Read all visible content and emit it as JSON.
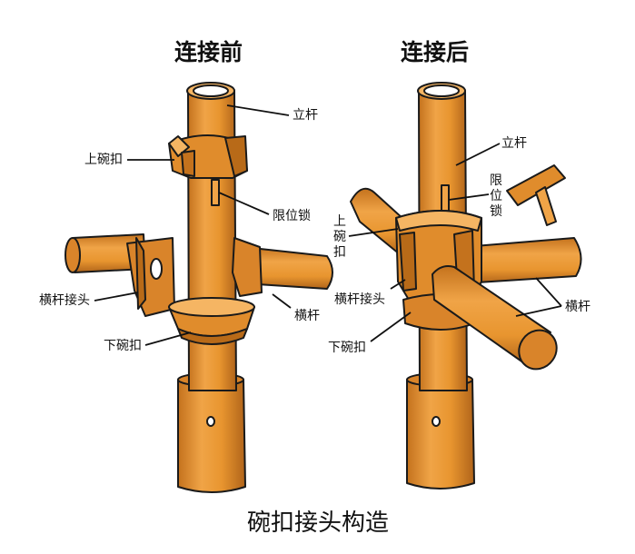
{
  "titles": {
    "before": "连接前",
    "after": "连接后"
  },
  "caption": "碗扣接头构造",
  "labels_before": {
    "upright": "立杆",
    "upper_bowl": "上碗扣",
    "limit_lock": "限位锁",
    "ledger_joint": "横杆接头",
    "ledger": "横杆",
    "lower_bowl": "下碗扣"
  },
  "labels_after": {
    "upright": "立杆",
    "limit_lock": "限位锁",
    "upper_bowl": "上碗扣",
    "ledger_joint": "横杆接头",
    "ledger": "横杆",
    "lower_bowl": "下碗扣"
  },
  "colors": {
    "pipe": "#e8952f",
    "pipe_dark": "#b86a18",
    "pipe_light": "#f5b563",
    "outline": "#1a1a1a"
  }
}
